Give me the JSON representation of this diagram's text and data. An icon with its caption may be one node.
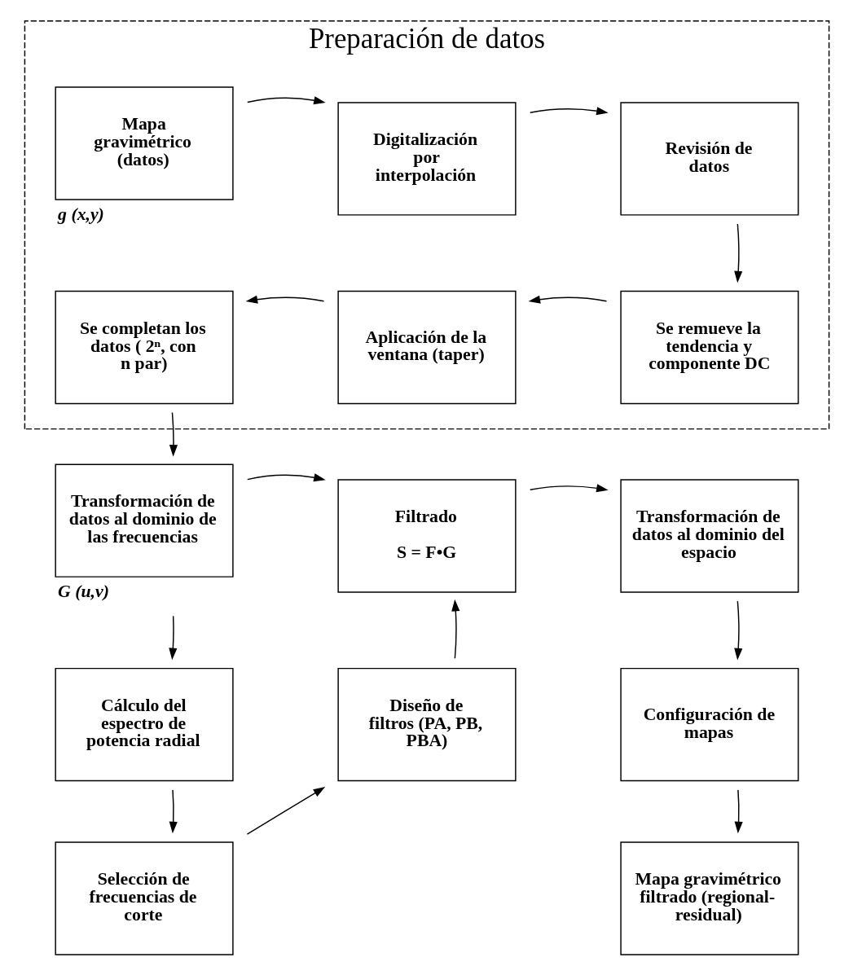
{
  "diagram": {
    "nodes": [
      {
        "text": [
          "Preparación de datos"
        ]
      },
      {
        "text": [
          "Mapa gravimétrico (datos)"
        ],
        "beside": [
          "g (x,y)"
        ],
        "in": 0
      },
      {
        "text": [
          "Digitalización por interpolación"
        ],
        "in": 0
      },
      {
        "text": [
          "Revisión de datos"
        ],
        "in": 0
      },
      {
        "text": [
          "Se remueve la tendencia y componente DC"
        ],
        "in": 0
      },
      {
        "text": [
          "Aplicación de la ventana (taper)"
        ],
        "in": 0
      },
      {
        "text": [
          "Se completan los datos ( 2ⁿ, con n par)"
        ],
        "in": 0
      },
      {
        "text": [
          "Transformación de datos al dominio de las frecuencias"
        ],
        "beside": [
          "G (u,v)"
        ]
      },
      {
        "text": [
          "Filtrado",
          "S = F•G"
        ]
      },
      {
        "text": [
          "Transformación de datos al dominio del espacio"
        ]
      },
      {
        "text": [
          "Cálculo del espectro de potencia radial"
        ]
      },
      {
        "text": [
          "Diseño de filtros (PA, PB, PBA)"
        ]
      },
      {
        "text": [
          "Configuración de mapas"
        ]
      },
      {
        "text": [
          "Selección de frecuencias de corte"
        ]
      },
      {
        "text": [
          "Mapa gravimétrico filtrado (regional-residual)"
        ]
      }
    ],
    "edges": [
      {
        "from": 1,
        "to": 2,
        "arrow": "to"
      },
      {
        "from": 2,
        "to": 3,
        "arrow": "to"
      },
      {
        "from": 3,
        "to": 4,
        "arrow": "to"
      },
      {
        "from": 4,
        "to": 5,
        "arrow": "to"
      },
      {
        "from": 5,
        "to": 6,
        "arrow": "to"
      },
      {
        "from": 6,
        "to": 7,
        "arrow": "to"
      },
      {
        "from": 7,
        "to": 8,
        "arrow": "to"
      },
      {
        "from": 8,
        "to": 9,
        "arrow": "to"
      },
      {
        "from": 7,
        "to": 10,
        "arrow": "to"
      },
      {
        "from": 10,
        "to": 13,
        "arrow": "to"
      },
      {
        "from": 13,
        "to": 11,
        "arrow": "to"
      },
      {
        "from": 11,
        "to": 8,
        "arrow": "to"
      },
      {
        "from": 9,
        "to": 12,
        "arrow": "to"
      },
      {
        "from": 12,
        "to": 14,
        "arrow": "to"
      }
    ]
  }
}
